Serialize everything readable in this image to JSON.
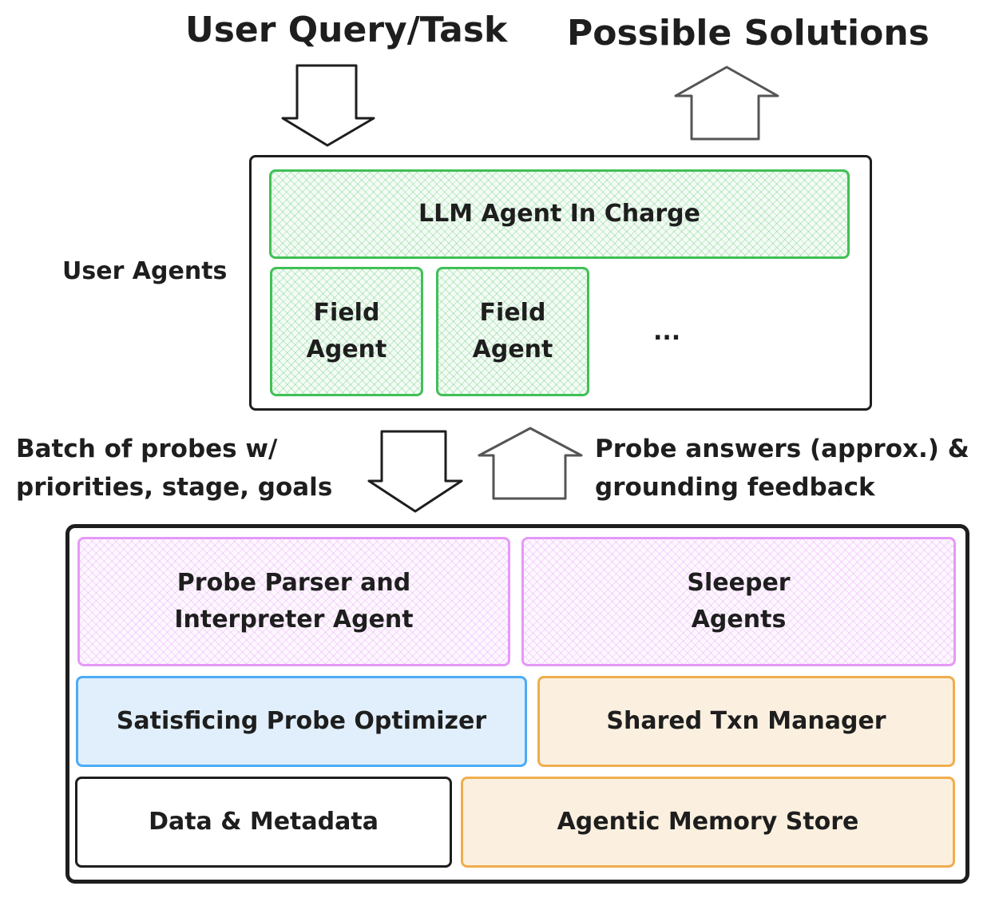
{
  "top": {
    "input_label": "User Query/Task",
    "output_label": "Possible Solutions"
  },
  "user_agents": {
    "side_label": "User Agents",
    "llm_agent": "LLM Agent In Charge",
    "field_agent_1": [
      "Field",
      "Agent"
    ],
    "field_agent_2": [
      "Field",
      "Agent"
    ],
    "ellipsis": "..."
  },
  "middle": {
    "down_label": [
      "Batch of probes w/",
      "priorities, stage, goals"
    ],
    "up_label": [
      "Probe answers (approx.) &",
      "grounding feedback"
    ]
  },
  "system": {
    "probe_parser": [
      "Probe Parser and",
      "Interpreter Agent"
    ],
    "sleeper": [
      "Sleeper",
      "Agents"
    ],
    "optimizer": "Satisficing Probe Optimizer",
    "txn_manager": "Shared Txn Manager",
    "data_metadata": "Data & Metadata",
    "memory_store": "Agentic Memory Store"
  },
  "colors": {
    "stroke": "#1e1e1e",
    "green": "#40c057",
    "pink": "#e599f7",
    "blue": "#4dabf7",
    "orange": "#f0ad4e"
  }
}
